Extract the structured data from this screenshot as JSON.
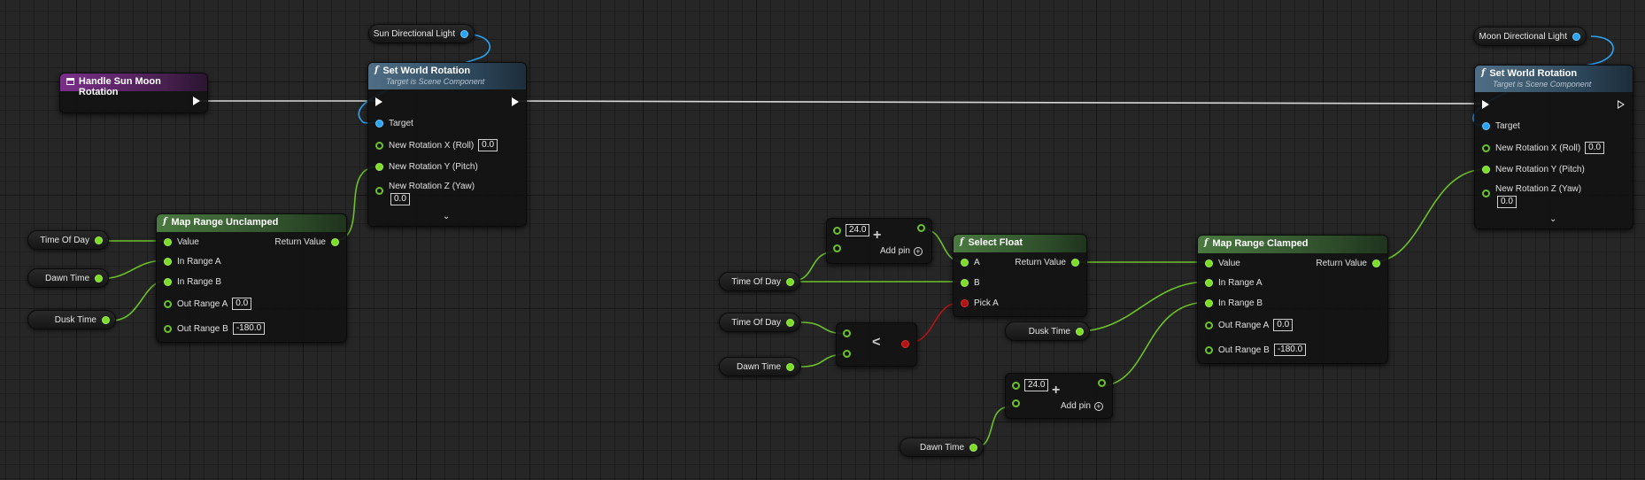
{
  "nodes": {
    "handle": {
      "title": "Handle Sun Moon Rotation"
    },
    "sun_var": {
      "label": "Sun Directional Light"
    },
    "moon_var": {
      "label": "Moon Directional Light"
    },
    "set_sun": {
      "title": "Set World Rotation",
      "subtitle": "Target is Scene Component",
      "target": "Target",
      "rot_x": "New Rotation X (Roll)",
      "rot_x_val": "0.0",
      "rot_y": "New Rotation Y (Pitch)",
      "rot_z": "New Rotation Z (Yaw)",
      "rot_z_val": "0.0"
    },
    "set_moon": {
      "title": "Set World Rotation",
      "subtitle": "Target is Scene Component",
      "target": "Target",
      "rot_x": "New Rotation X (Roll)",
      "rot_x_val": "0.0",
      "rot_y": "New Rotation Y (Pitch)",
      "rot_z": "New Rotation Z (Yaw)",
      "rot_z_val": "0.0"
    },
    "map_unclamped": {
      "title": "Map Range Unclamped",
      "value": "Value",
      "return": "Return Value",
      "in_a": "In Range A",
      "in_b": "In Range B",
      "out_a": "Out Range A",
      "out_a_val": "0.0",
      "out_b": "Out Range B",
      "out_b_val": "-180.0"
    },
    "map_clamped": {
      "title": "Map Range Clamped",
      "value": "Value",
      "return": "Return Value",
      "in_a": "In Range A",
      "in_b": "In Range B",
      "out_a": "Out Range A",
      "out_a_val": "0.0",
      "out_b": "Out Range B",
      "out_b_val": "-180.0"
    },
    "select_float": {
      "title": "Select Float",
      "a": "A",
      "b": "B",
      "pick_a": "Pick A",
      "return": "Return Value"
    },
    "add1": {
      "val": "24.0",
      "add_pin": "Add pin"
    },
    "add2": {
      "val": "24.0",
      "add_pin": "Add pin"
    },
    "less": {
      "op": "<"
    },
    "vars": {
      "tod1": "Time Of Day",
      "dawn1": "Dawn Time",
      "dusk1": "Dusk Time",
      "tod2": "Time Of Day",
      "tod3": "Time Of Day",
      "dawn2": "Dawn Time",
      "dusk2": "Dusk Time",
      "dawn3": "Dawn Time"
    }
  }
}
